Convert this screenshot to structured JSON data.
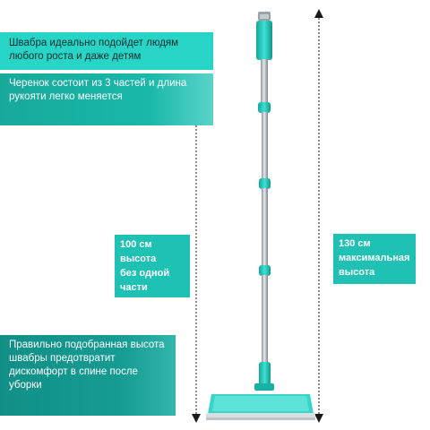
{
  "banners": {
    "top": "Швабра идеально подойдет людям любого роста и даже детям",
    "middle": "Черенок состоит из 3 частей и длина рукояти легко меняется",
    "bottom": "Правильно подобранная высота швабры предотвратит дискомфорт в спине после уборки"
  },
  "callouts": {
    "short": [
      "100 см",
      "высота",
      "без одной",
      "части"
    ],
    "tall": [
      "130 см",
      "максимальная",
      "высота"
    ]
  },
  "colors": {
    "accent": "#1fc1b4",
    "accent_light": "#27d4c6",
    "accent_dark": "#118f86",
    "handle_steel": "#b9bec3",
    "arrow": "#1a1a1a"
  },
  "icons": [
    "double-arrow-short",
    "double-arrow-tall",
    "mop-illustration"
  ]
}
